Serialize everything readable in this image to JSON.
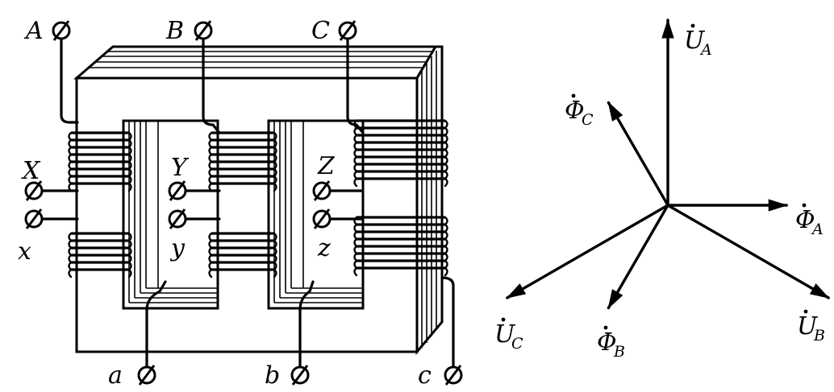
{
  "transformer": {
    "terminals_top": [
      {
        "id": "A",
        "label": "A"
      },
      {
        "id": "B",
        "label": "B"
      },
      {
        "id": "C",
        "label": "C"
      }
    ],
    "terminals_bottom": [
      {
        "id": "a",
        "label": "a"
      },
      {
        "id": "b",
        "label": "b"
      },
      {
        "id": "c",
        "label": "c"
      }
    ],
    "winding_ends_upper": [
      {
        "id": "X",
        "label": "X"
      },
      {
        "id": "Y",
        "label": "Y"
      },
      {
        "id": "Z",
        "label": "Z"
      }
    ],
    "winding_ends_lower": [
      {
        "id": "x",
        "label": "x"
      },
      {
        "id": "y",
        "label": "y"
      },
      {
        "id": "z",
        "label": "z"
      }
    ]
  },
  "phasor": {
    "vectors": [
      {
        "id": "U_A",
        "symbol": "U",
        "subscript": "A",
        "angle_deg": 90,
        "length": 1.0
      },
      {
        "id": "U_B",
        "symbol": "U",
        "subscript": "B",
        "angle_deg": -30,
        "length": 1.0
      },
      {
        "id": "U_C",
        "symbol": "U",
        "subscript": "C",
        "angle_deg": -150,
        "length": 1.0
      },
      {
        "id": "Phi_A",
        "symbol": "Φ",
        "subscript": "A",
        "angle_deg": 0,
        "length": 0.64
      },
      {
        "id": "Phi_B",
        "symbol": "Φ",
        "subscript": "B",
        "angle_deg": -120,
        "length": 0.64
      },
      {
        "id": "Phi_C",
        "symbol": "Φ",
        "subscript": "C",
        "angle_deg": 120,
        "length": 0.64
      }
    ]
  }
}
